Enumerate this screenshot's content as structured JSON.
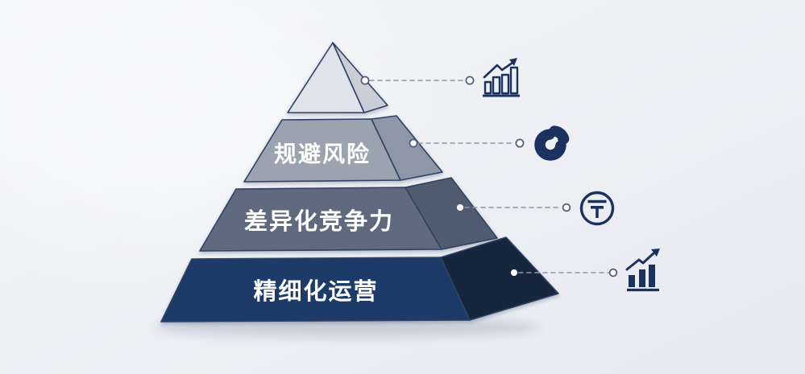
{
  "page": {
    "background_top": "#f4f5f8",
    "background_bottom": "#e6e9ef"
  },
  "pyramid": {
    "outline_color": "#2f4265",
    "label_color": "#ffffff",
    "tiers": [
      {
        "id": "tier-1",
        "label": "",
        "front_color": "#dfe3ea",
        "side_color": "#c9ced8",
        "icon": "growth-bar-chart-outline-icon"
      },
      {
        "id": "tier-2",
        "label": "规避风险",
        "front_color": "#9ba3b0",
        "side_color": "#8e97a8",
        "icon": "donut-chart-icon"
      },
      {
        "id": "tier-3",
        "label": "差异化竞争力",
        "front_color": "#606b7e",
        "side_color": "#505b70",
        "icon": "currency-coin-icon"
      },
      {
        "id": "tier-4",
        "label": "精细化运营",
        "front_color": "#1d3a68",
        "side_color": "#16253e",
        "icon": "growth-bar-chart-solid-icon"
      }
    ]
  },
  "connectors": {
    "line_color": "#8d96a6",
    "endpoint_ring_stroke": "#4c5c7c",
    "endpoint_dot_fill": "#ffffff"
  },
  "icons": {
    "color": "#1b3160"
  }
}
